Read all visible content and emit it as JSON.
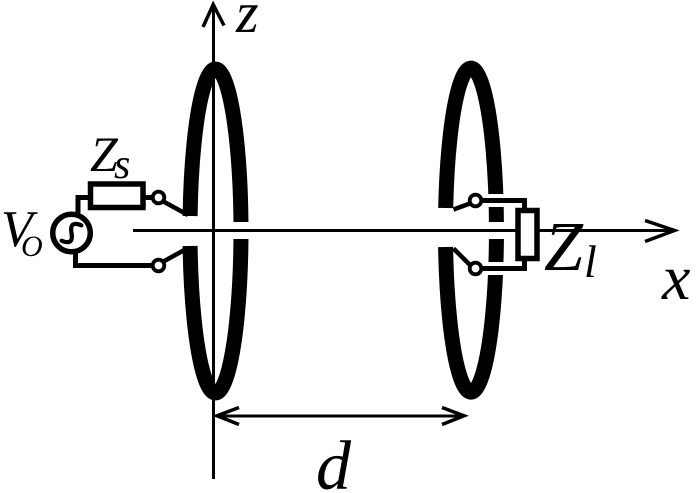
{
  "colors": {
    "ink": "#000000",
    "background": "#ffffff"
  },
  "labels": {
    "z_axis": "z",
    "x_axis": "x",
    "distance": "d",
    "source_voltage": "V",
    "source_voltage_sub": "O",
    "source_impedance": "Z",
    "source_impedance_sub": "s",
    "load_impedance": "Z",
    "load_impedance_sub": "l"
  }
}
